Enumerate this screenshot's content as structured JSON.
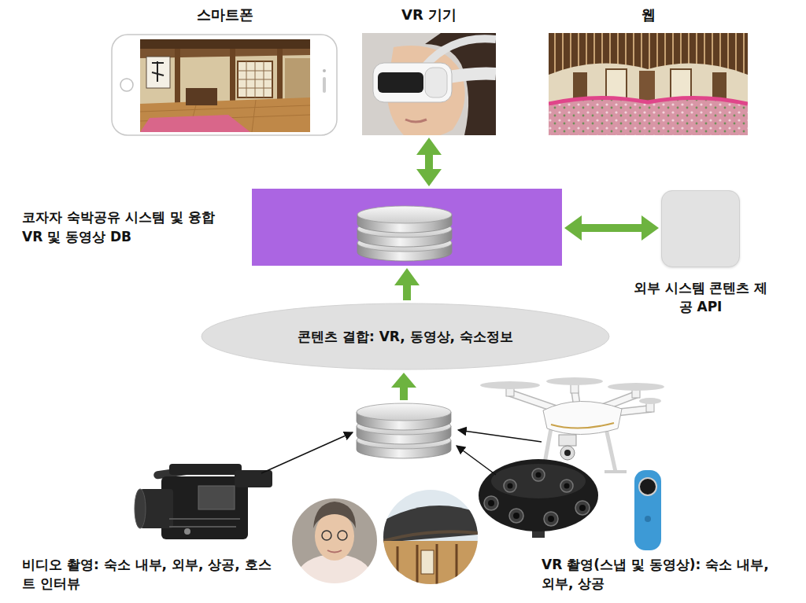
{
  "diagram": {
    "nodes": [
      {
        "text": [
          "스마트폰"
        ]
      },
      {
        "text": [
          "VR 기기"
        ]
      },
      {
        "text": [
          "웹"
        ]
      },
      {
        "text": [
          "코자자 숙박공유 시스템 및 융합 VR 및 동영상 DB"
        ]
      },
      {
        "text": [
          "외부 시스템 콘텐츠 제공 API"
        ]
      },
      {
        "text": [
          "콘텐츠 결합: VR, 동영상, 숙소정보"
        ]
      },
      {
        "text": [
          "비디오 촬영: 숙소 내부, 외부, 상공, 호스트 인터뷰"
        ]
      },
      {
        "text": [
          "VR 촬영(스냅 및 동영상): 숙소 내부, 외부, 상공"
        ]
      }
    ],
    "edges": [
      {
        "from": 3,
        "to": 1,
        "arrow": "both"
      },
      {
        "from": 3,
        "to": 4,
        "arrow": "both"
      },
      {
        "from": 5,
        "to": 3,
        "arrow": "to"
      }
    ]
  }
}
